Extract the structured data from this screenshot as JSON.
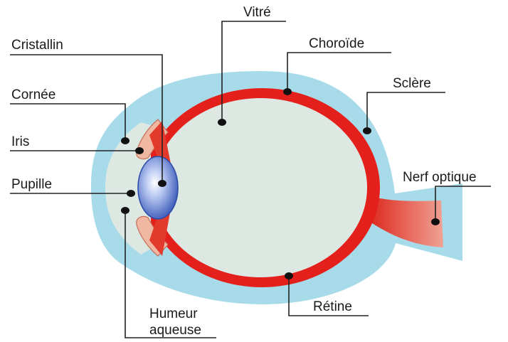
{
  "labels": {
    "vitre": "Vitré",
    "cristallin": "Cristallin",
    "choroide": "Choroïde",
    "sclere": "Sclère",
    "cornee": "Cornée",
    "iris": "Iris",
    "pupille": "Pupille",
    "nerf_optique": "Nerf optique",
    "humeur_aqueuse_1": "Humeur",
    "humeur_aqueuse_2": "aqueuse",
    "retine": "Rétine"
  },
  "colors": {
    "sclera": "#a8dbe9",
    "choroid": "#e3201b",
    "vitreous": "#dde8e3",
    "lens": "#3e62c0",
    "iris": "#f0b8a3",
    "leader": "#222222",
    "dot": "#111111"
  }
}
